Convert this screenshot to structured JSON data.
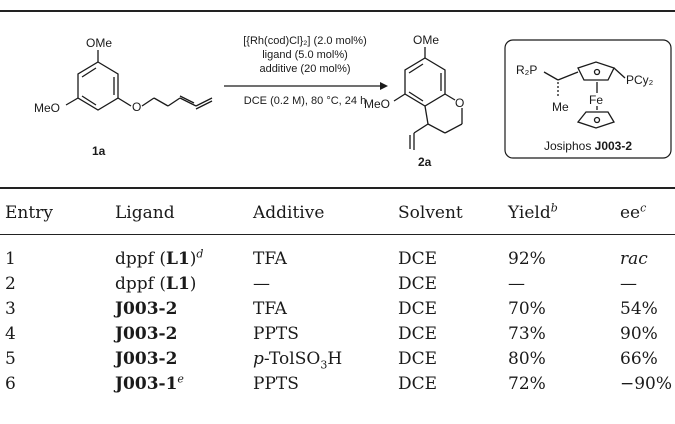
{
  "scheme": {
    "reagents_line1": "[{Rh(cod)Cl}₂] (2.0 mol%)",
    "reagents_line2": "ligand (5.0 mol%)",
    "reagents_line3": "additive (20 mol%)",
    "conditions": "DCE (0.2 M), 80 °C, 24 h",
    "substrate_label": "1a",
    "product_label": "2a",
    "substrate_ome_top": "OMe",
    "substrate_meo_left": "MeO",
    "substrate_o": "O",
    "product_ome_top": "OMe",
    "product_meo_left": "MeO",
    "product_o": "O",
    "ligand_r2p": "R₂P",
    "ligand_fe": "Fe",
    "ligand_pcy2": "PCy₂",
    "ligand_me": "Me",
    "ligand_caption_prefix": "Josiphos ",
    "ligand_caption_bold": "J003-2"
  },
  "table": {
    "headers": [
      "Entry",
      "Ligand",
      "Additive",
      "Solvent",
      "Yield",
      "ee"
    ],
    "header_sups": [
      "",
      "",
      "",
      "",
      "b",
      "c"
    ],
    "rows": [
      {
        "entry": "1",
        "ligand_pre": "dppf (",
        "ligand_bold": "L1",
        "ligand_post": ")",
        "ligand_sup": "d",
        "additive": "TFA",
        "solvent": "DCE",
        "yield": "92%",
        "ee": "rac"
      },
      {
        "entry": "2",
        "ligand_pre": "dppf (",
        "ligand_bold": "L1",
        "ligand_post": ")",
        "ligand_sup": "",
        "additive": "—",
        "solvent": "DCE",
        "yield": "—",
        "ee": "—"
      },
      {
        "entry": "3",
        "ligand_pre": "",
        "ligand_bold": "J003-2",
        "ligand_post": "",
        "ligand_sup": "",
        "additive": "TFA",
        "solvent": "DCE",
        "yield": "70%",
        "ee": "54%"
      },
      {
        "entry": "4",
        "ligand_pre": "",
        "ligand_bold": "J003-2",
        "ligand_post": "",
        "ligand_sup": "",
        "additive": "PPTS",
        "solvent": "DCE",
        "yield": "73%",
        "ee": "90%"
      },
      {
        "entry": "5",
        "ligand_pre": "",
        "ligand_bold": "J003-2",
        "ligand_post": "",
        "ligand_sup": "",
        "additive_pre": "p",
        "additive_main": "-TolSO",
        "additive_sub": "3",
        "additive_post": "H",
        "solvent": "DCE",
        "yield": "80%",
        "ee": "66%"
      },
      {
        "entry": "6",
        "ligand_pre": "",
        "ligand_bold": "J003-1",
        "ligand_post": "",
        "ligand_sup": "e",
        "additive": "PPTS",
        "solvent": "DCE",
        "yield": "72%",
        "ee": "−90%"
      }
    ]
  }
}
